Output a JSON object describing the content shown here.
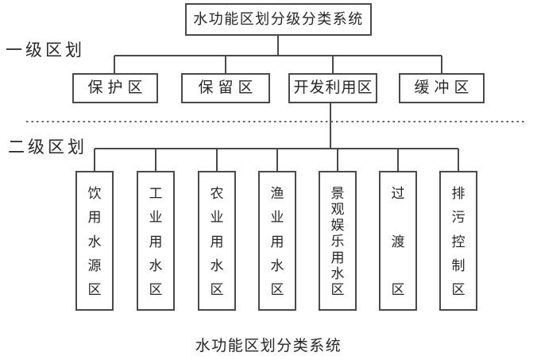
{
  "title_box": "水功能区划分级分类系统",
  "caption": "水功能区划分类系统",
  "level1": {
    "label": "一级区划",
    "zones": [
      "保护区",
      "保留区",
      "开发利用区",
      "缓冲区"
    ]
  },
  "level2": {
    "label": "二级区划",
    "zones": [
      "饮用水源区",
      "工业用水区",
      "农业用水区",
      "渔业用水区",
      "景观娱乐用水区",
      "过渡区",
      "排污控制区"
    ]
  },
  "colors": {
    "line": "#4a4a4a",
    "dotted_divider": "#666666",
    "text": "#262626",
    "background": "#ffffff"
  }
}
